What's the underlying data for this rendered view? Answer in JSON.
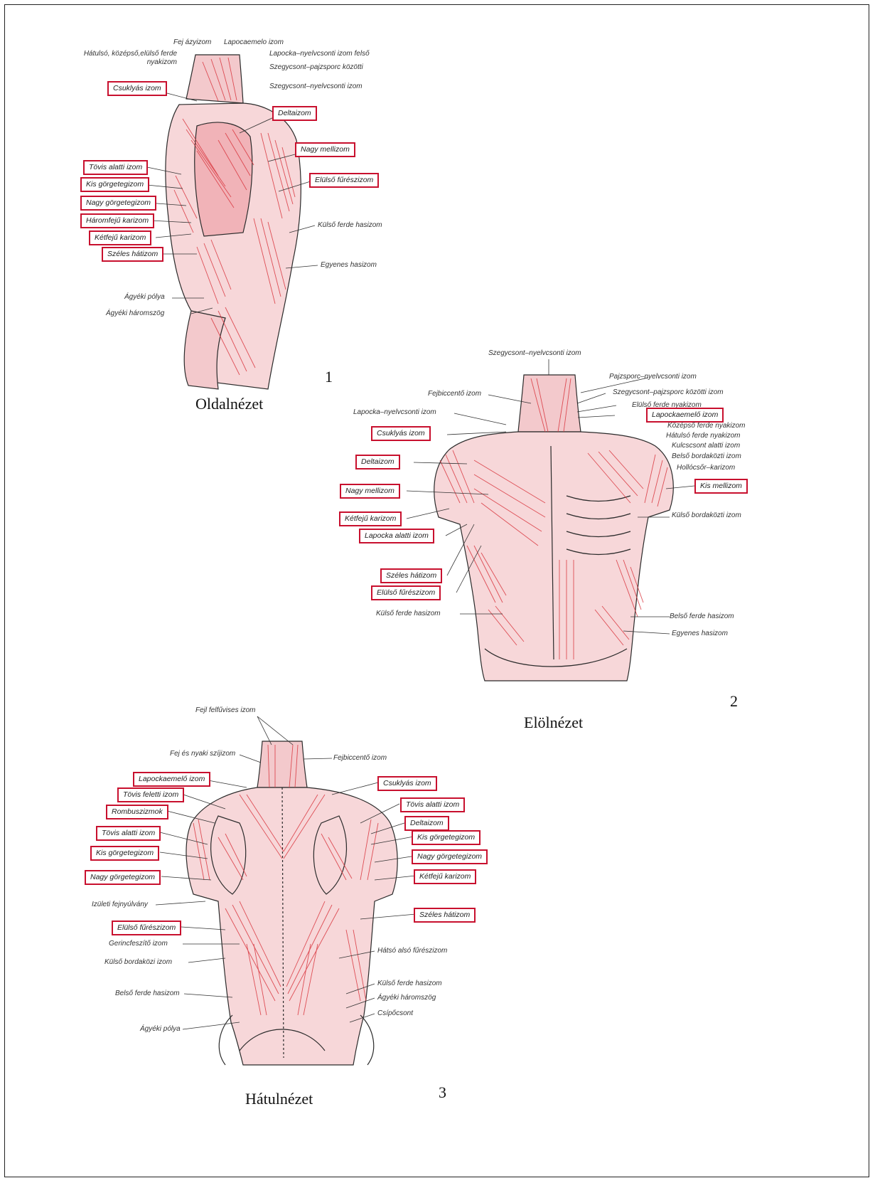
{
  "colors": {
    "muscle": "#d9363e",
    "muscle_light": "#f2b8bd",
    "outline": "#2a2a2a",
    "label_box": "#c8102e"
  },
  "figures": [
    {
      "number": "1",
      "caption": "Oldalnézet",
      "labels": [
        {
          "text": "Fej ázyizom",
          "boxed": false
        },
        {
          "text": "Lapocaemelo izom",
          "boxed": false
        },
        {
          "text": "Hátulsó, középső,elülső ferde nyakizom",
          "boxed": false
        },
        {
          "text": "Lapocka–nyelvcsonti izom felső",
          "boxed": false
        },
        {
          "text": "Szegycsont–pajzsporc közötti",
          "boxed": false
        },
        {
          "text": "Szegycsont–nyelvcsonti izom",
          "boxed": false
        },
        {
          "text": "Csuklyás izom",
          "boxed": true
        },
        {
          "text": "Deltaizom",
          "boxed": true
        },
        {
          "text": "Nagy mellizom",
          "boxed": true
        },
        {
          "text": "Tövis alatti izom",
          "boxed": true
        },
        {
          "text": "Elülső fűrészizom",
          "boxed": true
        },
        {
          "text": "Kis görgetegizom",
          "boxed": true
        },
        {
          "text": "Nagy görgetegizom",
          "boxed": true
        },
        {
          "text": "Háromfejű karizom",
          "boxed": true
        },
        {
          "text": "Külső ferde hasizom",
          "boxed": false
        },
        {
          "text": "Kétfejű karizom",
          "boxed": true
        },
        {
          "text": "Széles hátizom",
          "boxed": true
        },
        {
          "text": "Egyenes hasizom",
          "boxed": false
        },
        {
          "text": "Ágyéki pólya",
          "boxed": false
        },
        {
          "text": "Ágyéki háromszög",
          "boxed": false
        }
      ]
    },
    {
      "number": "2",
      "caption": "Elölnézet",
      "labels": [
        {
          "text": "Szegycsont–nyelvcsonti izom",
          "boxed": false
        },
        {
          "text": "Pajzsporc–nyelvcsonti izom",
          "boxed": false
        },
        {
          "text": "Fejbiccentő izom",
          "boxed": false
        },
        {
          "text": "Szegycsont–pajzsporc közötti izom",
          "boxed": false
        },
        {
          "text": "Elülső ferde nyakizom",
          "boxed": false
        },
        {
          "text": "Lapocka–nyelvcsonti izom",
          "boxed": false
        },
        {
          "text": "Lapockaemelő izom",
          "boxed": true
        },
        {
          "text": "Középső ferde nyakizom",
          "boxed": false
        },
        {
          "text": "Csuklyás izom",
          "boxed": true
        },
        {
          "text": "Hátulsó ferde nyakizom",
          "boxed": false
        },
        {
          "text": "Kulcscsont alatti izom",
          "boxed": false
        },
        {
          "text": "Deltaizom",
          "boxed": true
        },
        {
          "text": "Belső bordaközti izom",
          "boxed": false
        },
        {
          "text": "Hollócsőr–karizom",
          "boxed": false
        },
        {
          "text": "Nagy mellizom",
          "boxed": true
        },
        {
          "text": "Kis mellizom",
          "boxed": true
        },
        {
          "text": "Kétfejű karizom",
          "boxed": true
        },
        {
          "text": "Külső bordaközti izom",
          "boxed": false
        },
        {
          "text": "Lapocka alatti izom",
          "boxed": true
        },
        {
          "text": "Széles hátizom",
          "boxed": true
        },
        {
          "text": "Elülső fűrészizom",
          "boxed": true
        },
        {
          "text": "Külső ferde hasizom",
          "boxed": false
        },
        {
          "text": "Belső ferde hasizom",
          "boxed": false
        },
        {
          "text": "Egyenes hasizom",
          "boxed": false
        }
      ]
    },
    {
      "number": "3",
      "caption": "Hátulnézet",
      "labels": [
        {
          "text": "Fejl felfűvises izom",
          "boxed": false
        },
        {
          "text": "Fej és nyaki szíjizom",
          "boxed": false
        },
        {
          "text": "Fejbiccentő izom",
          "boxed": false
        },
        {
          "text": "Lapockaemelő izom",
          "boxed": true
        },
        {
          "text": "Csuklyás izom",
          "boxed": true
        },
        {
          "text": "Tövis feletti izom",
          "boxed": true
        },
        {
          "text": "Tövis alatti izom",
          "boxed": true
        },
        {
          "text": "Rombuszizmok",
          "boxed": true
        },
        {
          "text": "Deltaizom",
          "boxed": true
        },
        {
          "text": "Tövis alatti izom",
          "boxed": true
        },
        {
          "text": "Kis görgetegizom",
          "boxed": true
        },
        {
          "text": "Kis görgetegizom",
          "boxed": true
        },
        {
          "text": "Nagy görgetegizom",
          "boxed": true
        },
        {
          "text": "Nagy görgetegizom",
          "boxed": true
        },
        {
          "text": "Kétfejű karizom",
          "boxed": true
        },
        {
          "text": "Izületi fejnyúlvány",
          "boxed": false
        },
        {
          "text": "Széles hátizom",
          "boxed": true
        },
        {
          "text": "Elülső fűrészizom",
          "boxed": true
        },
        {
          "text": "Gerincfeszítő izom",
          "boxed": false
        },
        {
          "text": "Hátsó alsó fűrészizom",
          "boxed": false
        },
        {
          "text": "Külső bordaközi izom",
          "boxed": false
        },
        {
          "text": "Külső ferde hasizom",
          "boxed": false
        },
        {
          "text": "Ágyéki háromszög",
          "boxed": false
        },
        {
          "text": "Belső ferde hasizom",
          "boxed": false
        },
        {
          "text": "Csípőcsont",
          "boxed": false
        },
        {
          "text": "Ágyéki pólya",
          "boxed": false
        }
      ]
    }
  ]
}
